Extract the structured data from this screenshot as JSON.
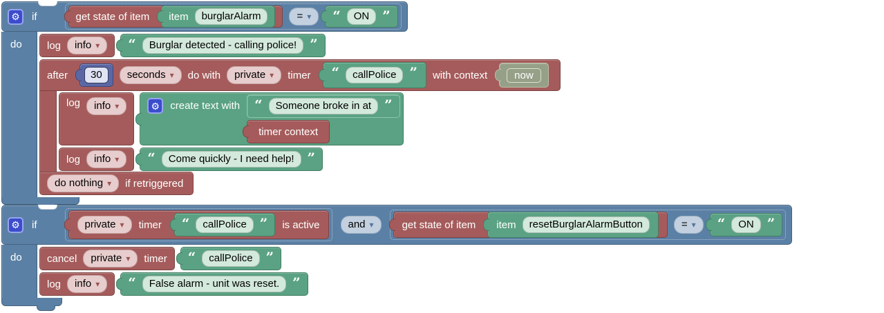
{
  "icons": {
    "gear_glyph": "⚙",
    "dropdown_arrow": "▾"
  },
  "quotes": {
    "open": "“",
    "close": "”"
  },
  "rule1": {
    "if_label": "if",
    "do_label": "do",
    "condition": {
      "get_state_label": "get state of item",
      "item_label": "item",
      "item_name": "burglarAlarm",
      "operator": "=",
      "compare_value": "ON"
    },
    "log_burglar": {
      "log_label": "log",
      "level": "info",
      "message": "Burglar detected - calling police!"
    },
    "after_timer": {
      "after_label": "after",
      "delay": "30",
      "unit": "seconds",
      "do_with_label": "do with",
      "scope": "private",
      "timer_label": "timer",
      "timer_name": "callPolice",
      "with_context_label": "with context",
      "context_value": "now",
      "log_create": {
        "log_label": "log",
        "level": "info",
        "create_text_label": "create text with",
        "text_part": "Someone broke in at",
        "context_part": "timer context"
      },
      "log_help": {
        "log_label": "log",
        "level": "info",
        "message": "Come quickly - I need help!"
      },
      "retrigger_policy": "do nothing",
      "retrigger_label": "if retriggered"
    }
  },
  "rule2": {
    "if_label": "if",
    "do_label": "do",
    "timer_active": {
      "scope": "private",
      "timer_label": "timer",
      "timer_name": "callPolice",
      "active_label": "is active"
    },
    "combinator": "and",
    "reset_condition": {
      "get_state_label": "get state of item",
      "item_label": "item",
      "item_name": "resetBurglarAlarmButton",
      "operator": "=",
      "compare_value": "ON"
    },
    "cancel_timer": {
      "cancel_label": "cancel",
      "scope": "private",
      "timer_label": "timer",
      "timer_name": "callPolice"
    },
    "log_false_alarm": {
      "log_label": "log",
      "level": "info",
      "message": "False alarm - unit was reset."
    }
  }
}
